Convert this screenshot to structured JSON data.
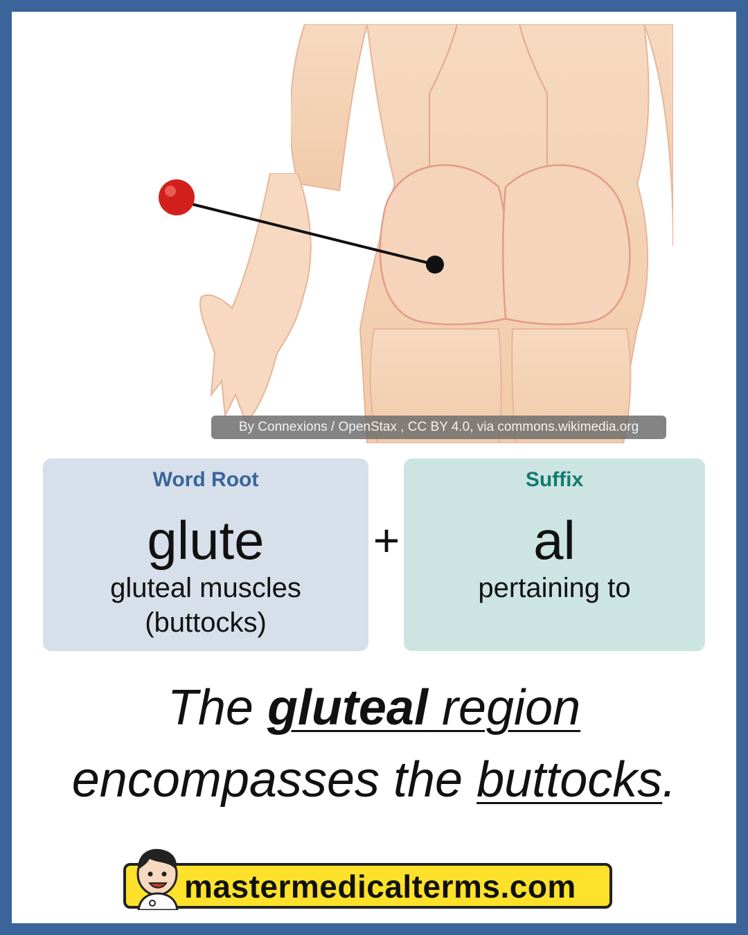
{
  "credit": "By Connexions / OpenStax , CC BY 4.0, via commons.wikimedia.org",
  "word_root": {
    "heading": "Word Root",
    "term": "glute",
    "meaning_line1": "gluteal muscles",
    "meaning_line2": "(buttocks)"
  },
  "plus_symbol": "+",
  "suffix": {
    "heading": "Suffix",
    "term": "al",
    "meaning": "pertaining to"
  },
  "sentence": {
    "part1": "The ",
    "bold_term": "gluteal",
    "part2": " region",
    "part3": "encompasses the ",
    "underlined": "buttocks",
    "end": "."
  },
  "brand": {
    "website": "mastermedicalterms.com"
  },
  "colors": {
    "frame": "#3a649a",
    "word_root_box": "#d6dfea",
    "suffix_box": "#cce4e2",
    "word_root_heading": "#3a649a",
    "suffix_heading": "#137a6e",
    "brand_bg": "#fde12a",
    "marker": "#d3201c"
  }
}
